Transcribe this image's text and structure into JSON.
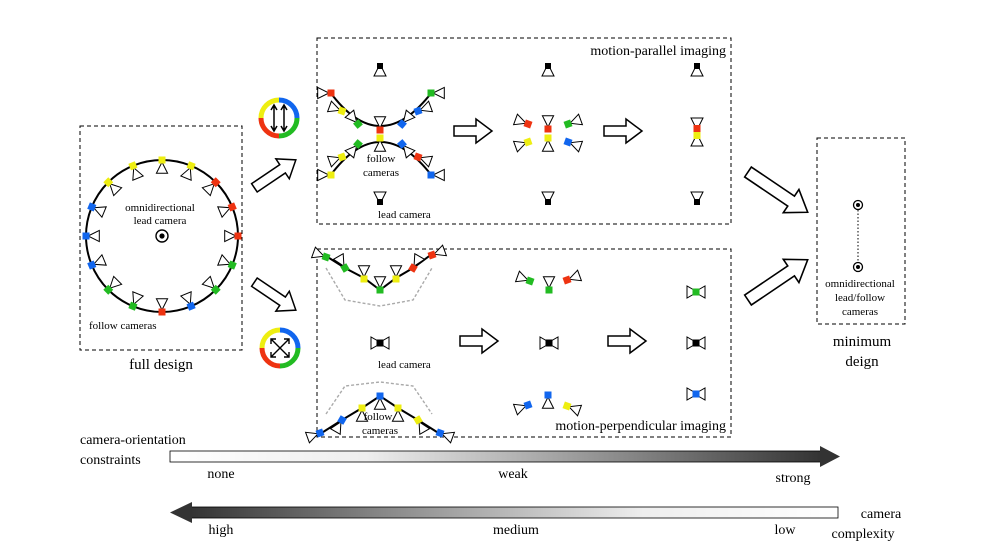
{
  "labels": {
    "full_design": "full design",
    "omni_lead_1": "omnidirectional",
    "omni_lead_2": "lead camera",
    "follow_cameras_full": "follow cameras",
    "motion_parallel": "motion-parallel imaging",
    "follow_1": "follow",
    "follow_2": "cameras",
    "lead_camera_top": "lead camera",
    "lead_camera_bottom": "lead camera",
    "follow_3": "follow",
    "follow_4": "cameras",
    "motion_perpendicular": "motion-perpendicular imaging",
    "minimum_1": "minimum",
    "minimum_2": "deign",
    "min_box_1": "omnidirectional",
    "min_box_2": "lead/follow",
    "min_box_3": "cameras"
  },
  "scale_orientation": {
    "title_1": "camera-orientation",
    "title_2": "constraints",
    "ticks": [
      "none",
      "weak",
      "strong"
    ]
  },
  "scale_complexity": {
    "title_1": "camera",
    "title_2": "complexity",
    "ticks": [
      "high",
      "medium",
      "low"
    ]
  },
  "colors": {
    "red": "#ee3311",
    "yellow": "#eeee11",
    "green": "#22bb22",
    "blue": "#1166ee"
  }
}
